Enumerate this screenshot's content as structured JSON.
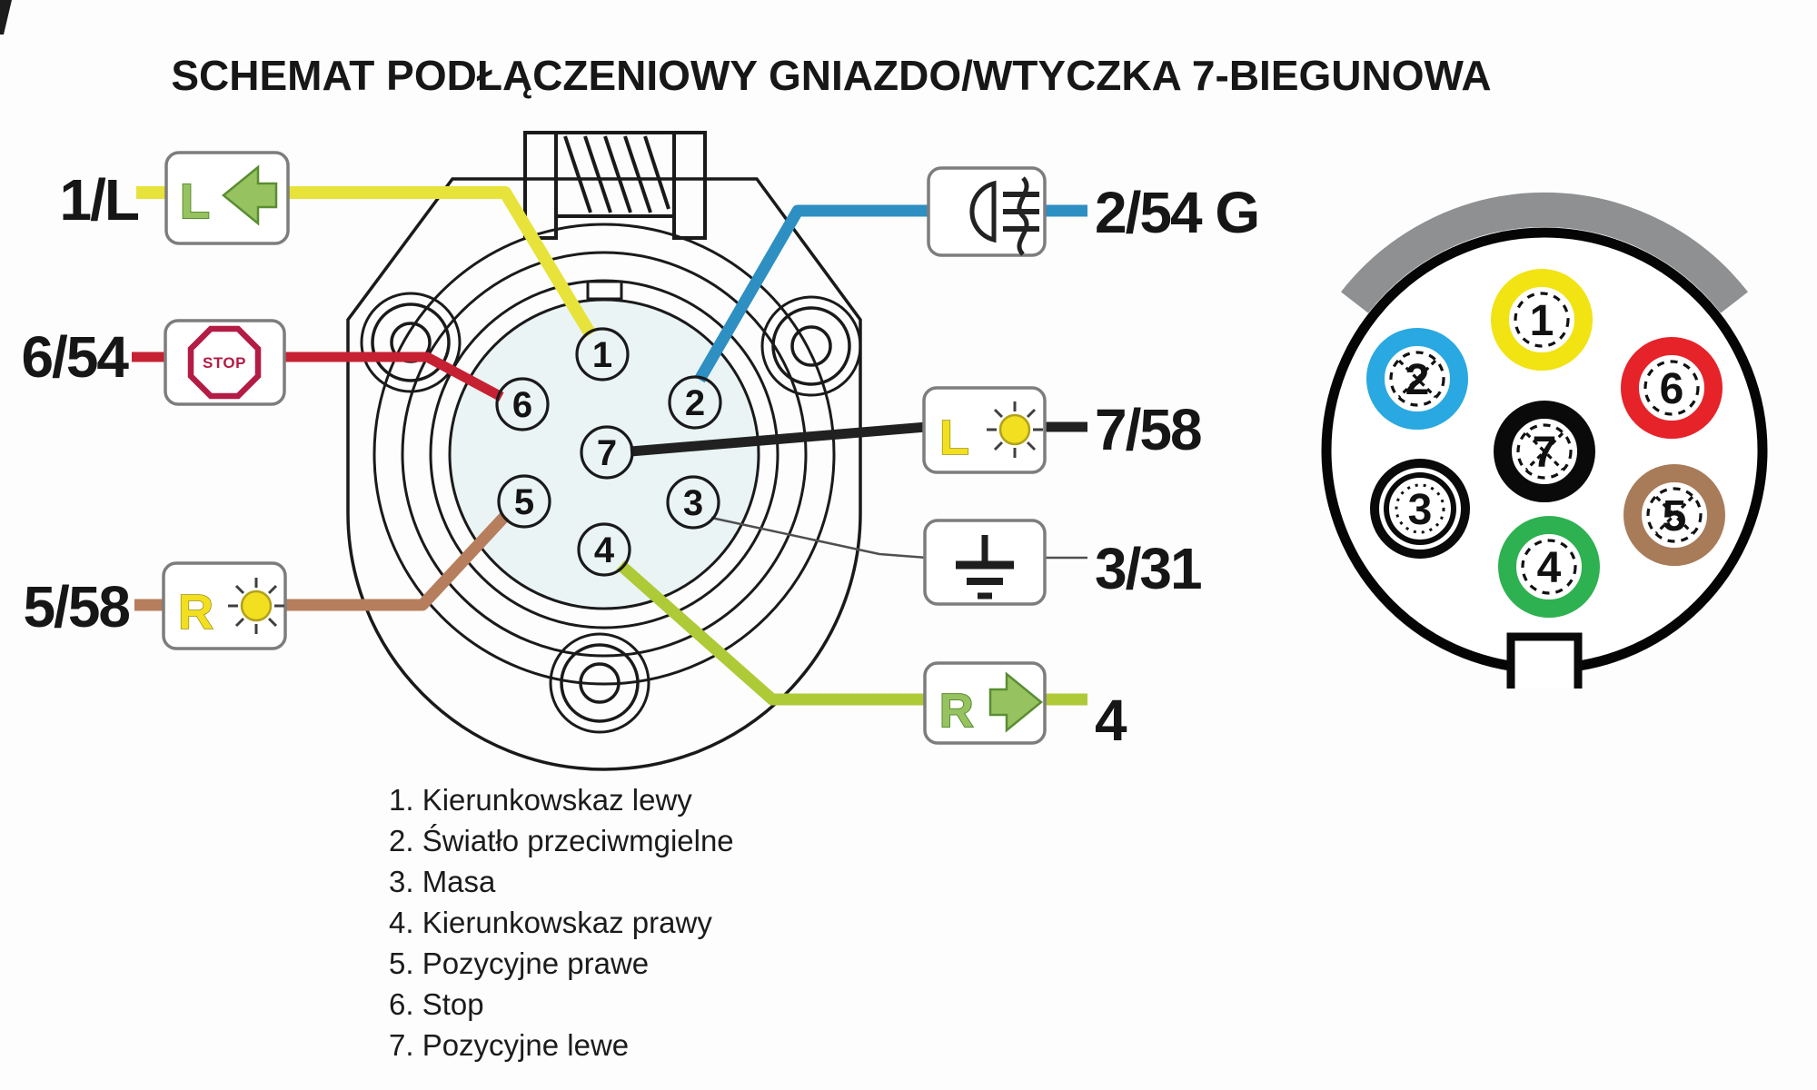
{
  "title": "SCHEMAT PODŁĄCZENIOWY GNIAZDO/WTYCZKA 7-BIEGUNOWA",
  "socket": {
    "pins": [
      "1",
      "2",
      "3",
      "4",
      "5",
      "6",
      "7"
    ]
  },
  "terminals": {
    "t1L": {
      "label": "1/L",
      "letter": "L",
      "wire_color": "#e7e33b",
      "socket_pin": "1"
    },
    "t254": {
      "label": "2/54 G",
      "wire_color": "#2e8fc2",
      "socket_pin": "2"
    },
    "t654": {
      "label": "6/54",
      "sign": "STOP",
      "wire_color": "#c62133",
      "socket_pin": "6"
    },
    "t758": {
      "label": "7/58",
      "letter": "L",
      "wire_color": "#212121",
      "socket_pin": "7"
    },
    "t331": {
      "label": "3/31",
      "wire_color": "#4f4f4f",
      "socket_pin": "3"
    },
    "t558": {
      "label": "5/58",
      "letter": "R",
      "wire_color": "#b67e5c",
      "socket_pin": "5"
    },
    "t4": {
      "label": "4",
      "letter": "R",
      "wire_color": "#aeca37",
      "socket_pin": "4"
    }
  },
  "plug": {
    "pins": [
      "1",
      "2",
      "3",
      "4",
      "5",
      "6",
      "7"
    ],
    "ring_colors": {
      "p1": "#f2e313",
      "p2": "#29a8e2",
      "p3": "#0a0a0a",
      "p4": "#2eb150",
      "p5": "#a87b59",
      "p6": "#e52329",
      "p7": "#0a0a0a"
    },
    "handle_color": "#8e9092"
  },
  "colors": {
    "socket_face": "#eaf4f5",
    "indicator_green": "#96c35f",
    "indicator_green_dark": "#5a8d33",
    "lamp_yellow": "#f2df1f",
    "lamp_yellow_dark": "#9b8f13",
    "stop_red": "#b31c45",
    "ground_black": "#1e1e1e"
  },
  "legend": {
    "items": [
      "1. Kierunkowskaz lewy",
      "2. Światło przeciwmgielne",
      "3. Masa",
      "4. Kierunkowskaz prawy",
      "5. Pozycyjne prawe",
      "6. Stop",
      "7. Pozycyjne lewe"
    ]
  }
}
